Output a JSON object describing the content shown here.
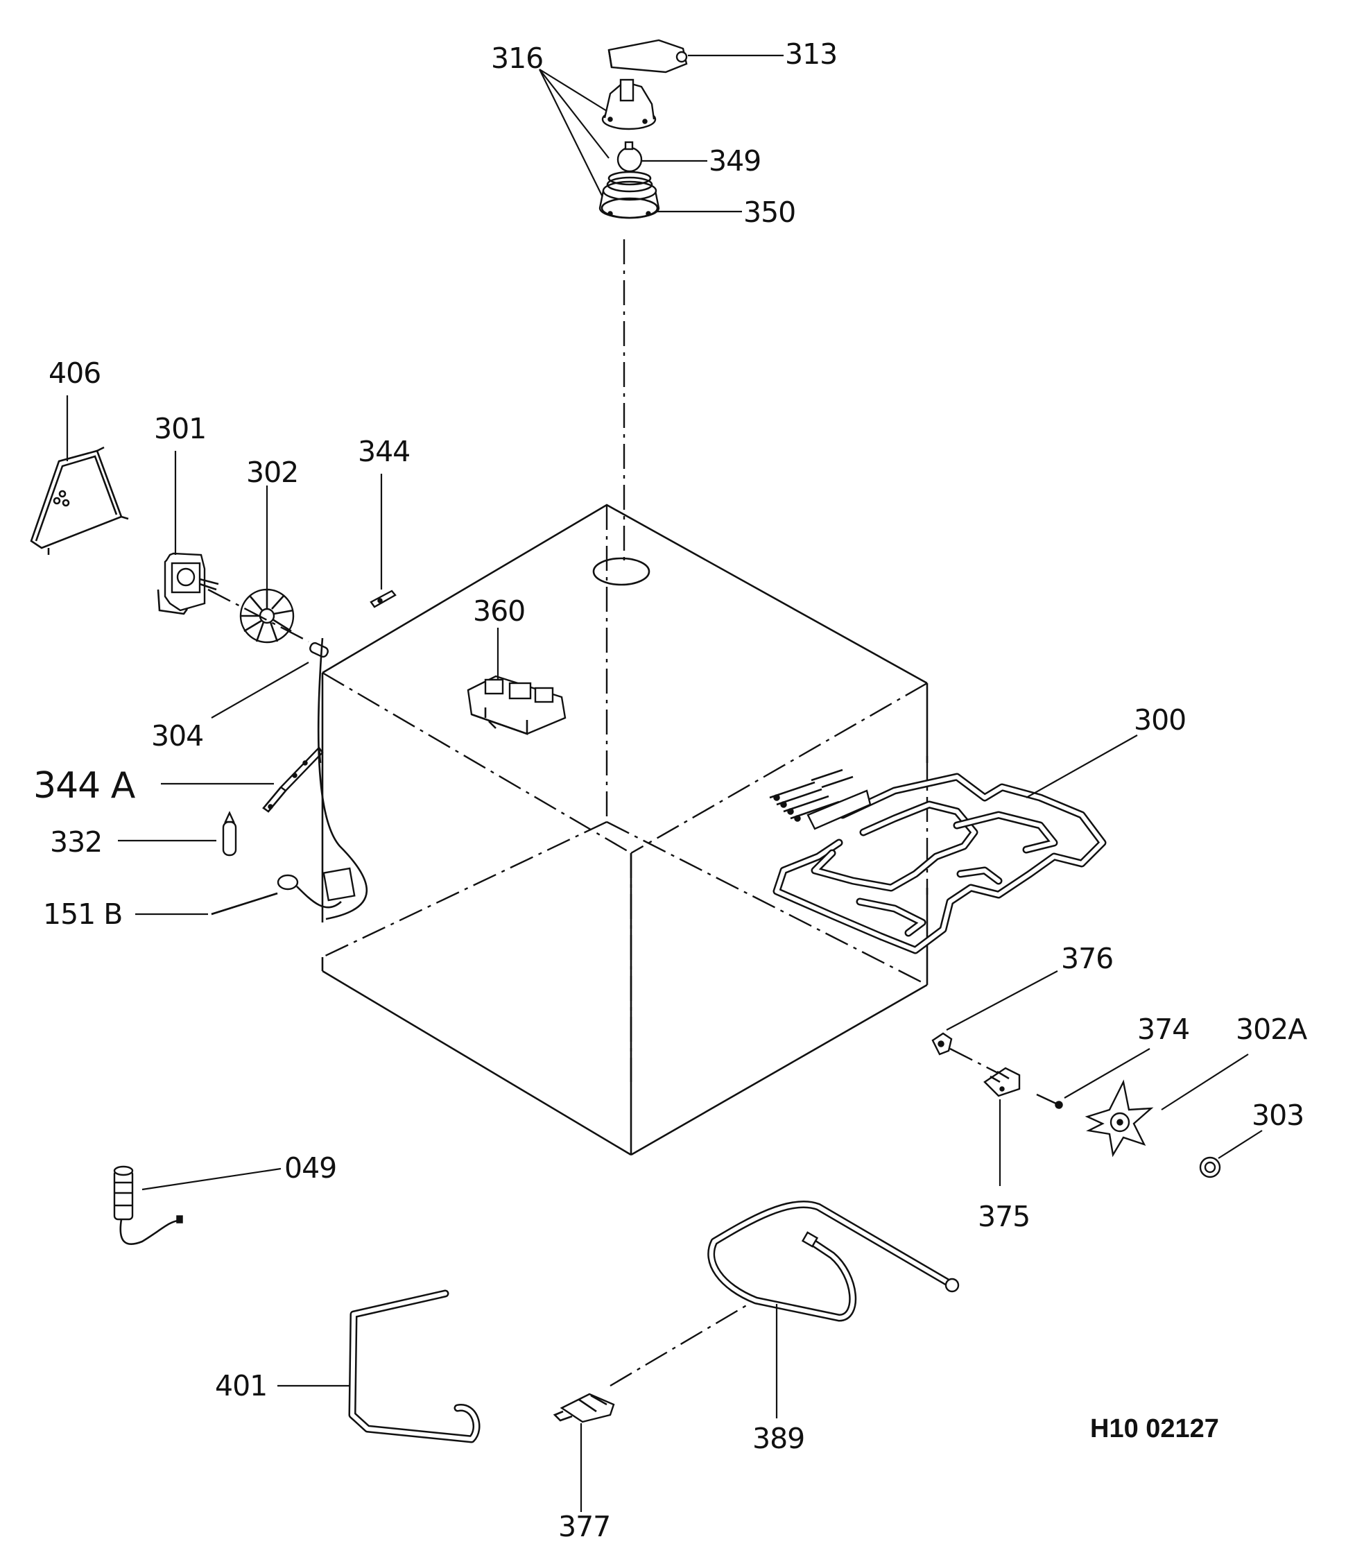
{
  "drawing_id": "H10 02127",
  "callouts": {
    "p313": "313",
    "p316": "316",
    "p349": "349",
    "p350": "350",
    "p406": "406",
    "p301": "301",
    "p302": "302",
    "p344": "344",
    "p360": "360",
    "p304": "304",
    "p344a": "344 A",
    "p332": "332",
    "p151b": "151 B",
    "p300": "300",
    "p376": "376",
    "p374": "374",
    "p302a": "302A",
    "p303": "303",
    "p375": "375",
    "p049": "049",
    "p401": "401",
    "p389": "389",
    "p377": "377"
  }
}
